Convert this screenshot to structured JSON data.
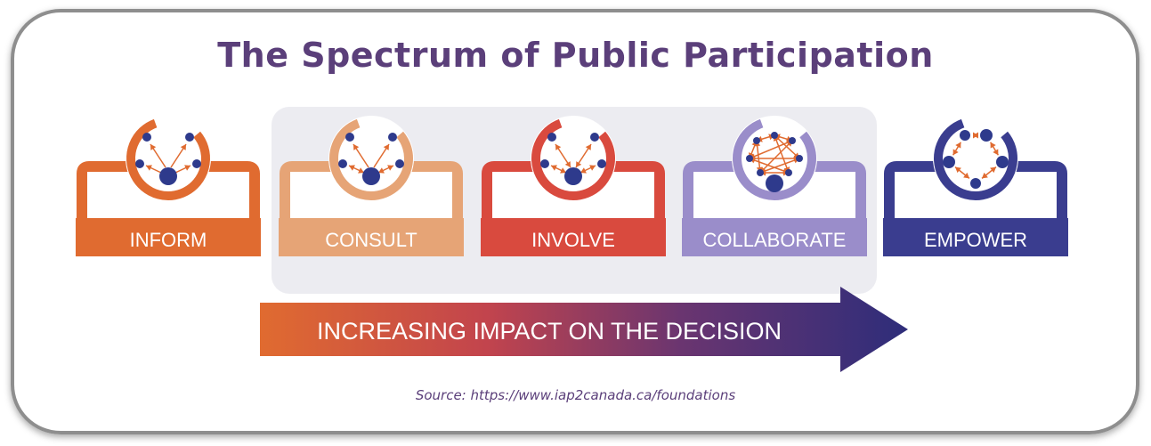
{
  "title": "The Spectrum of Public Participation",
  "stages": [
    {
      "label": "INFORM",
      "color": "#e06b30"
    },
    {
      "label": "CONSULT",
      "color": "#e6a476"
    },
    {
      "label": "INVOLVE",
      "color": "#d94a3e"
    },
    {
      "label": "COLLABORATE",
      "color": "#9a8dca"
    },
    {
      "label": "EMPOWER",
      "color": "#3a3d8f"
    }
  ],
  "arrow_label": "INCREASING IMPACT ON THE DECISION",
  "source": "Source: https://www.iap2canada.ca/foundations",
  "colors": {
    "title": "#5b3f7a",
    "panel": "#ececf1",
    "node_inner": "#2e3a8c",
    "arrow_start": "#e06b30",
    "arrow_end": "#2e2d7a"
  }
}
